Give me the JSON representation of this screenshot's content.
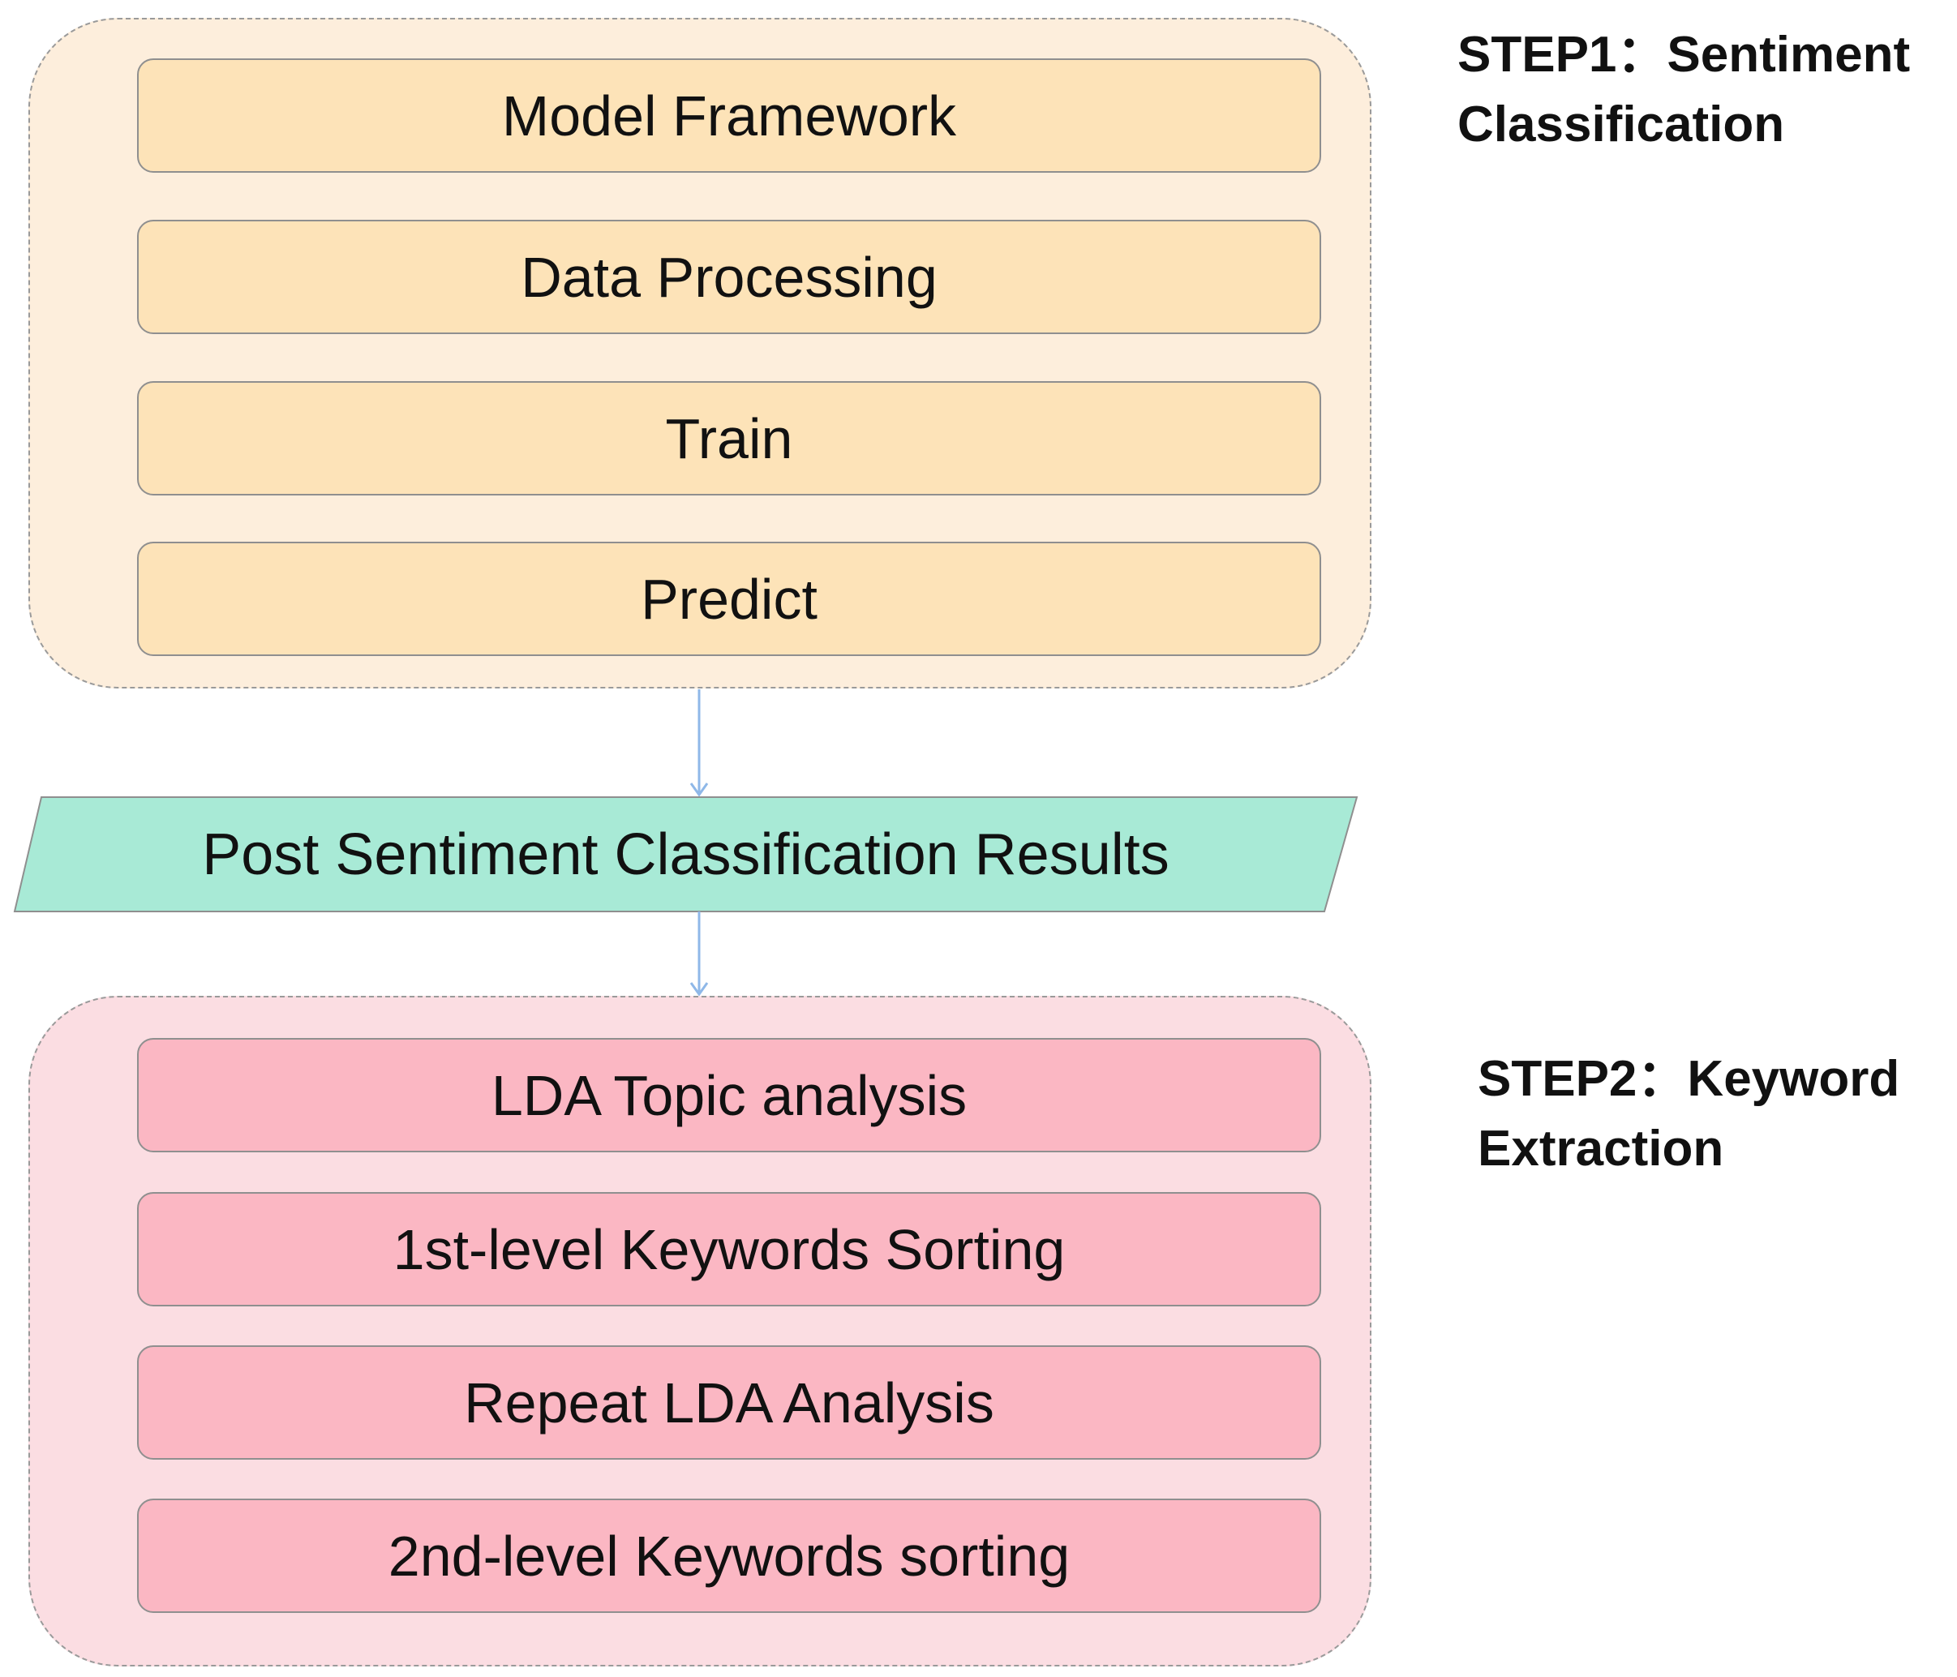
{
  "step1": {
    "label_line1": "STEP1：Sentiment",
    "label_line2": "Classification",
    "items": [
      "Model Framework",
      "Data Processing",
      "Train",
      "Predict"
    ],
    "group_color": "#fdeedc",
    "box_color": "#fde3b8"
  },
  "results": {
    "label": "Post Sentiment Classification Results",
    "color": "#a8ead6"
  },
  "step2": {
    "label_line1": "STEP2：Keyword",
    "label_line2": "Extraction",
    "items": [
      "LDA Topic analysis",
      "1st-level Keywords Sorting",
      "Repeat LDA Analysis",
      "2nd-level Keywords sorting"
    ],
    "group_color": "#fbdde2",
    "box_color": "#fbb7c3"
  },
  "arrow_color": "#8fb8e8"
}
